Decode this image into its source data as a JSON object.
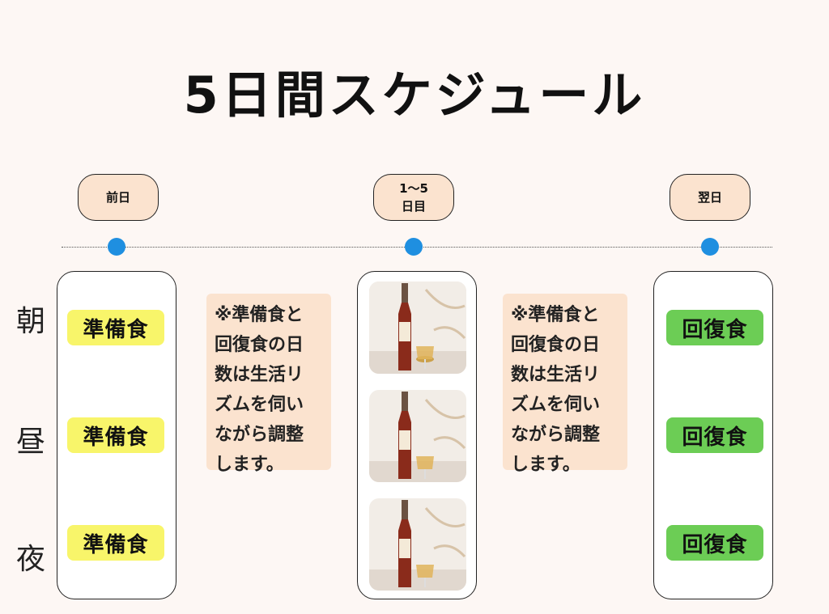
{
  "title": "5日間スケジュール",
  "phases": [
    {
      "label": "前日"
    },
    {
      "label": "1～5\n日目"
    },
    {
      "label": "翌日"
    }
  ],
  "meals": [
    "朝",
    "昼",
    "夜"
  ],
  "prep_label": "準備食",
  "recovery_label": "回復食",
  "note_text": "※準備食と\n回復食の日\n数は生活リ\nズムを伺い\nながら調整\nします。",
  "colors": {
    "timeline_dot": "#1f8fe0",
    "phase_bg": "#fbe3cf",
    "prep_bg": "#f8f56a",
    "recovery_bg": "#6ccd55",
    "note_bg": "#fbe3cf",
    "background": "#fdf7f4"
  },
  "images": [
    "bottle-and-glass-photo",
    "bottle-and-glass-photo",
    "bottle-and-glass-photo"
  ]
}
